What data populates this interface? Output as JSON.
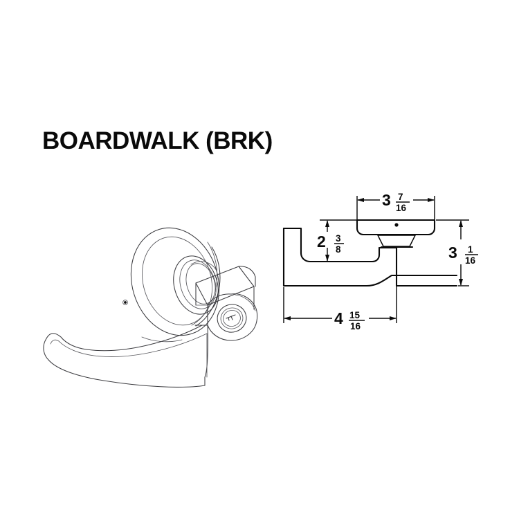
{
  "page": {
    "background_color": "#ffffff",
    "line_color": "#0a0a0a",
    "iso_line_color": "#3c3c40"
  },
  "header": {
    "title": "BOARDWALK (BRK)"
  },
  "views": {
    "isometric": {
      "name": "isometric-lever-view",
      "description": "door lever handle with circular rose and keyed cylinder"
    },
    "side": {
      "name": "side-profile-view",
      "description": "side elevation of lever with rose plate"
    }
  },
  "dimensions": {
    "rose_width": {
      "label": "3 7/16",
      "whole": "3",
      "numerator": "7",
      "denominator": "16",
      "orientation": "horizontal",
      "position": "top"
    },
    "lever_height": {
      "label": "2 3/8",
      "whole": "2",
      "numerator": "3",
      "denominator": "8",
      "orientation": "vertical",
      "position": "left"
    },
    "overall_height": {
      "label": "3 1/16",
      "whole": "3",
      "numerator": "1",
      "denominator": "16",
      "orientation": "vertical",
      "position": "right"
    },
    "overall_length": {
      "label": "4 15/16",
      "whole": "4",
      "numerator": "15",
      "denominator": "16",
      "orientation": "horizontal",
      "position": "bottom"
    }
  }
}
